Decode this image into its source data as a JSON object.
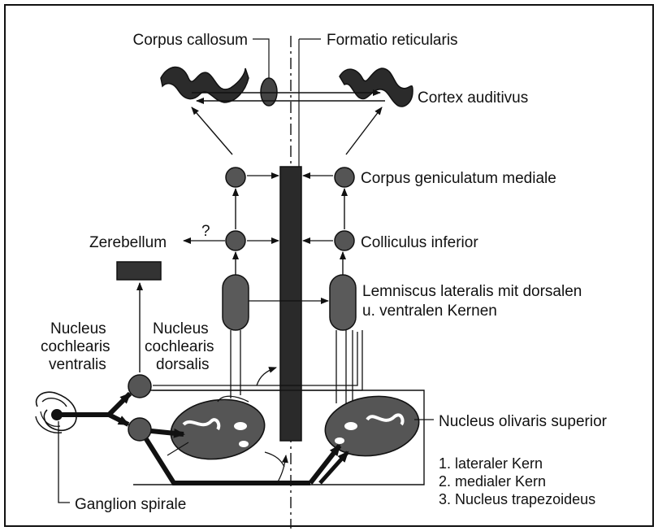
{
  "labels": {
    "corpus_callosum": "Corpus callosum",
    "formatio_reticularis": "Formatio reticularis",
    "cortex_auditivus": "Cortex auditivus",
    "corpus_geniculatum": "Corpus geniculatum mediale",
    "zerebellum": "Zerebellum",
    "question_mark": "?",
    "colliculus_inferior": "Colliculus inferior",
    "lemniscus_line1": "Lemniscus lateralis mit dorsalen",
    "lemniscus_line2": "u. ventralen Kernen",
    "ncv_line1": "Nucleus",
    "ncv_line2": "cochlearis",
    "ncv_line3": "ventralis",
    "ncd_line1": "Nucleus",
    "ncd_line2": "cochlearis",
    "ncd_line3": "dorsalis",
    "nucleus_olivaris": "Nucleus olivaris superior",
    "ganglion_spirale": "Ganglion spirale"
  },
  "olive_subnuclei": [
    "1. lateraler Kern",
    "2. medialer Kern",
    "3. Nucleus trapezoideus"
  ]
}
